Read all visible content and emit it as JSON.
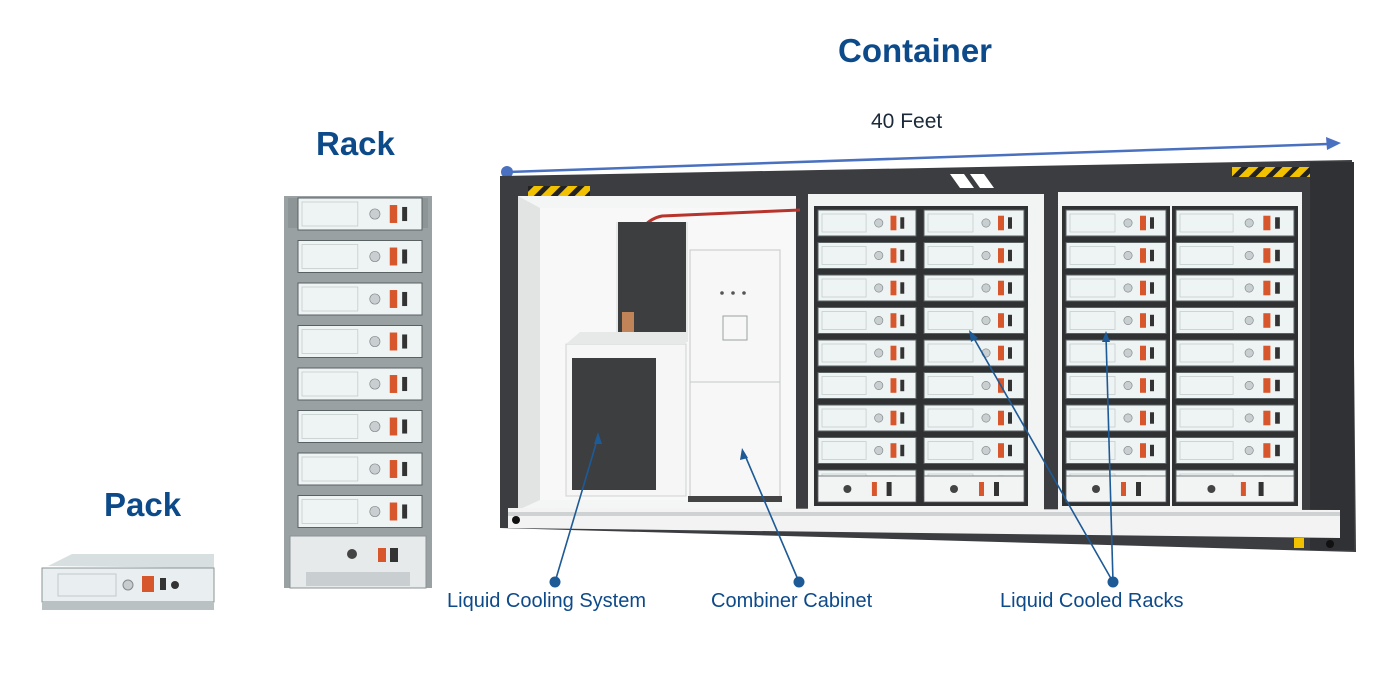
{
  "titles": {
    "container": "Container",
    "rack": "Rack",
    "pack": "Pack"
  },
  "dimension": {
    "length": "40 Feet"
  },
  "callouts": {
    "liquid_cooling_system": "Liquid Cooling System",
    "combiner_cabinet": "Combiner Cabinet",
    "liquid_cooled_racks": "Liquid Cooled Racks"
  },
  "colors": {
    "title": "#0d4a8a",
    "callout_line": "#1d5a96",
    "dimension_arrow": "#4a70c0",
    "frame": "#3b3d40",
    "module_fill": "#eef3f3",
    "hazard_yellow": "#f2c200",
    "connector_orange": "#d8562b"
  },
  "icons": [
    "dimension-arrow",
    "callout-dot",
    "callout-arrow"
  ]
}
